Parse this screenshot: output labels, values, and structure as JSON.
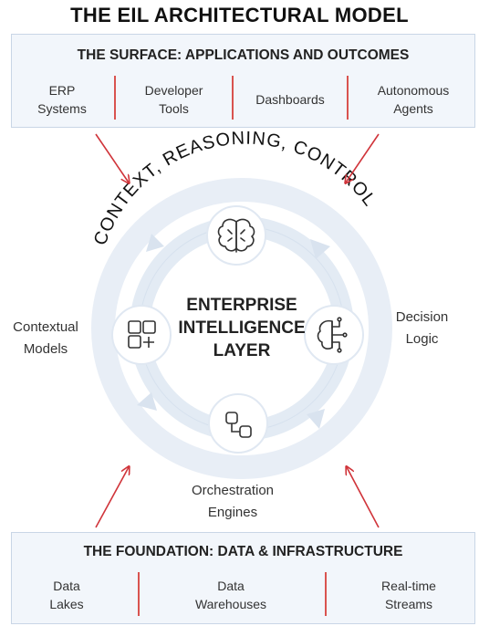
{
  "title": "THE EIL ARCHITECTURAL MODEL",
  "surface": {
    "title": "THE SURFACE: APPLICATIONS AND OUTCOMES",
    "items": [
      {
        "line1": "ERP",
        "line2": "Systems"
      },
      {
        "line1": "Developer",
        "line2": "Tools"
      },
      {
        "line1": "Dashboards",
        "line2": ""
      },
      {
        "line1": "Autonomous",
        "line2": "Agents"
      }
    ]
  },
  "arc_text": "CONTEXT, REASONING, CONTROL",
  "center": {
    "line1": "ENTERPRISE",
    "line2": "INTELLIGENCE",
    "line3": "LAYER"
  },
  "nodes": {
    "left": {
      "line1": "Contextual",
      "line2": "Models",
      "icon": "grid-plus-icon"
    },
    "right": {
      "line1": "Decision",
      "line2": "Logic",
      "icon": "decision-tree-icon"
    },
    "bottom": {
      "line1": "Orchestration",
      "line2": "Engines",
      "icon": "flow-icon"
    },
    "top": {
      "icon": "brain-icon"
    }
  },
  "foundation": {
    "title": "THE FOUNDATION: DATA & INFRASTRUCTURE",
    "items": [
      {
        "line1": "Data",
        "line2": "Lakes"
      },
      {
        "line1": "Data",
        "line2": "Warehouses"
      },
      {
        "line1": "Real-time",
        "line2": "Streams"
      }
    ]
  },
  "colors": {
    "accent": "#d0343a",
    "panel_bg": "#f2f6fb",
    "ring": "#e3ebf4"
  }
}
